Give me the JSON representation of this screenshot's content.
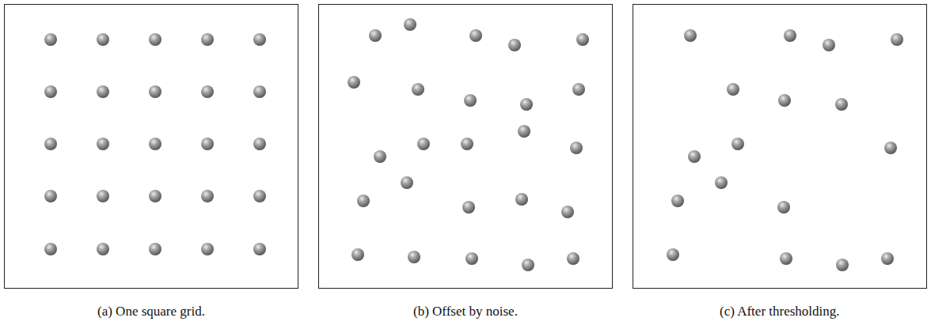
{
  "diagram": {
    "labels": [
      "(a) One square grid.",
      "(b) Offset by noise.",
      "(c) After thresholding."
    ]
  }
}
